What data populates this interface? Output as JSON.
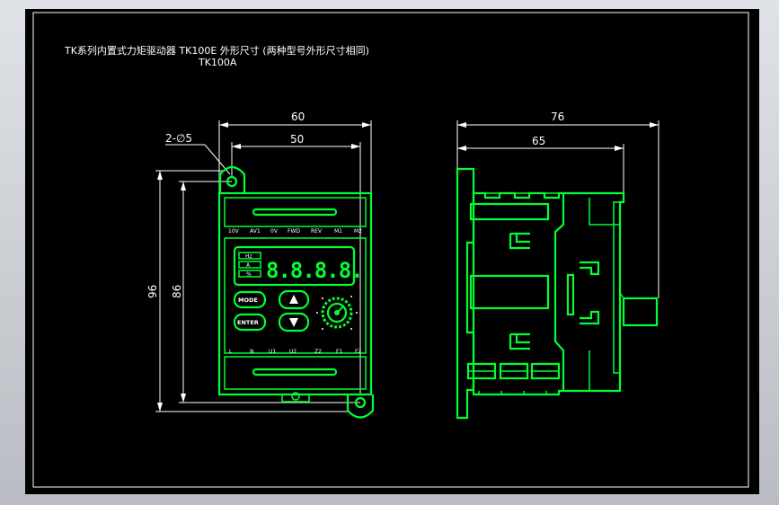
{
  "title": {
    "line1": "TK系列内置式力矩驱动器 TK100E 外形尺寸 (两种型号外形尺寸相同)",
    "line2": "TK100A"
  },
  "dimensions": {
    "front_width_outer": "60",
    "front_width_inner": "50",
    "hole_note": "2-∅5",
    "front_height_outer": "96",
    "front_height_inner": "86",
    "side_width_outer": "76",
    "side_width_inner": "65"
  },
  "terminals_top": [
    "10V",
    "AV1",
    "0V",
    "FWD",
    "REV",
    "M1",
    "M2"
  ],
  "terminals_bottom": [
    "L",
    "N",
    "U1",
    "U2",
    "Z2",
    "F1",
    "F2"
  ],
  "display": {
    "digits": "8.8.8.8.",
    "indicator_labels": [
      "Hz",
      "A",
      "%"
    ]
  },
  "buttons": {
    "mode": "MODE",
    "enter": "ENTER"
  },
  "colors": {
    "background": "#000000",
    "outline": "#00ff33",
    "dimension": "#ffffff"
  }
}
